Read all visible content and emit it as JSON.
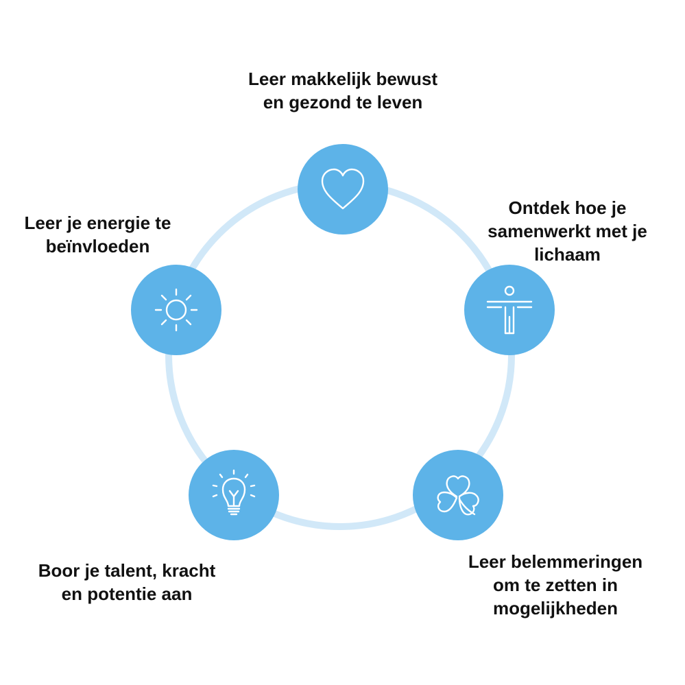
{
  "diagram": {
    "ring_color": "#d1e8f8",
    "node_color": "#5db3e8",
    "nodes": [
      {
        "icon": "heart-icon",
        "lines": [
          "Leer makkelijk bewust",
          "en gezond te leven"
        ]
      },
      {
        "icon": "body-icon",
        "lines": [
          "Ontdek hoe je",
          "samenwerkt met je",
          "lichaam"
        ]
      },
      {
        "icon": "clover-icon",
        "lines": [
          "Leer belemmeringen",
          "om te zetten in",
          "mogelijkheden"
        ]
      },
      {
        "icon": "lightbulb-icon",
        "lines": [
          "Boor je talent, kracht",
          "en potentie aan"
        ]
      },
      {
        "icon": "sun-icon",
        "lines": [
          "Leer je energie te",
          "beïnvloeden"
        ]
      }
    ]
  }
}
